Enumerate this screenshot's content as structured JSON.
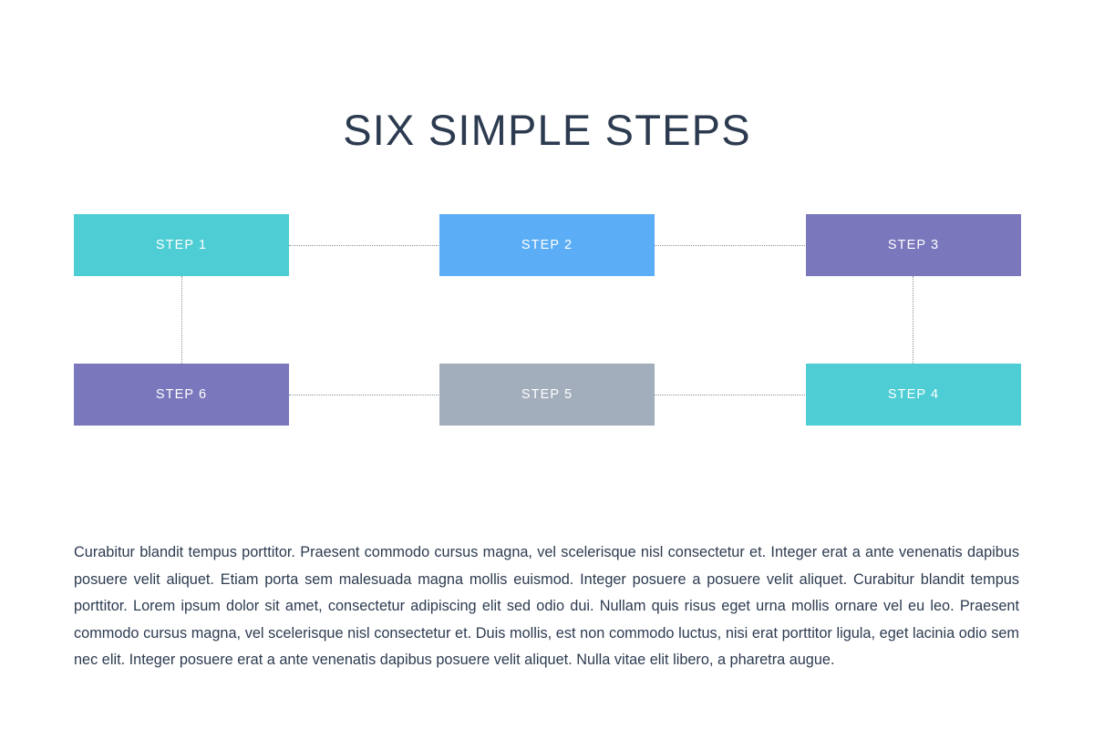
{
  "slide": {
    "title": "SIX SIMPLE STEPS",
    "background_color": "#ffffff",
    "title_color": "#2d3b50",
    "text_color": "#2d3b50",
    "connector_color": "#8a8f99"
  },
  "diagram": {
    "type": "process-flow",
    "layout": "two-rows-of-three-serpentine",
    "steps": [
      {
        "id": "step-1",
        "label": "STEP 1",
        "color": "#4ecdd4",
        "row": 1,
        "column": 1
      },
      {
        "id": "step-2",
        "label": "STEP 2",
        "color": "#5badf5",
        "row": 1,
        "column": 2
      },
      {
        "id": "step-3",
        "label": "STEP 3",
        "color": "#7b77bd",
        "row": 1,
        "column": 3
      },
      {
        "id": "step-4",
        "label": "STEP 4",
        "color": "#4ecdd4",
        "row": 2,
        "column": 3
      },
      {
        "id": "step-5",
        "label": "STEP 5",
        "color": "#a3aebc",
        "row": 2,
        "column": 2
      },
      {
        "id": "step-6",
        "label": "STEP 6",
        "color": "#7b77bd",
        "row": 2,
        "column": 1
      }
    ],
    "connectors": [
      {
        "id": "connector-step1-step2",
        "from": "step-1",
        "to": "step-2",
        "orientation": "horizontal",
        "style": "dotted"
      },
      {
        "id": "connector-step2-step3",
        "from": "step-2",
        "to": "step-3",
        "orientation": "horizontal",
        "style": "dotted"
      },
      {
        "id": "connector-step3-step4",
        "from": "step-3",
        "to": "step-4",
        "orientation": "vertical",
        "style": "dotted"
      },
      {
        "id": "connector-step5-step4",
        "from": "step-5",
        "to": "step-4",
        "orientation": "horizontal",
        "style": "dotted"
      },
      {
        "id": "connector-step6-step5",
        "from": "step-6",
        "to": "step-5",
        "orientation": "horizontal",
        "style": "dotted"
      },
      {
        "id": "connector-step1-step6",
        "from": "step-1",
        "to": "step-6",
        "orientation": "vertical",
        "style": "dotted"
      }
    ]
  },
  "body": {
    "paragraph": "Curabitur blandit tempus porttitor. Praesent commodo cursus magna, vel scelerisque nisl consectetur et. Integer erat a ante venenatis dapibus posuere velit aliquet. Etiam porta sem malesuada magna mollis euismod.  Integer posuere a posuere velit aliquet. Curabitur blandit tempus porttitor. Lorem ipsum dolor sit amet, consectetur adipiscing elit sed odio dui. Nullam quis risus eget urna mollis ornare vel eu leo. Praesent commodo cursus magna, vel scelerisque nisl consectetur et. Duis mollis, est non commodo luctus, nisi erat porttitor ligula, eget lacinia odio sem nec elit. Integer posuere erat a ante venenatis dapibus posuere velit aliquet. Nulla vitae elit libero, a pharetra augue."
  }
}
